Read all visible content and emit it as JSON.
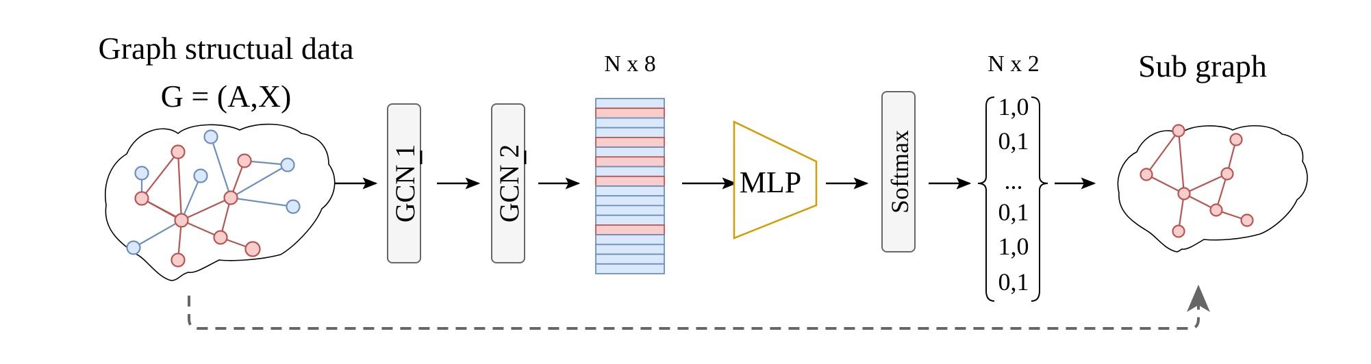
{
  "input": {
    "title_line1": "Graph structual data",
    "title_line2": "G = (A,X)"
  },
  "layers": {
    "gcn1": "GCN 1",
    "gcn2": "GCN 2",
    "softmax": "Softmax",
    "mlp": "MLP"
  },
  "embedding": {
    "label": "N x 8",
    "rows": 18,
    "highlight_rows": [
      1,
      4,
      6,
      8,
      13
    ]
  },
  "output_matrix": {
    "label": "N x 2",
    "rows": [
      "1,0",
      "0,1",
      "...",
      "0,1",
      "1,0",
      "0,1"
    ]
  },
  "output": {
    "title": "Sub graph"
  },
  "colors": {
    "red_node_fill": "#f8cecc",
    "red_node_stroke": "#b85450",
    "blue_node_fill": "#dae8fc",
    "blue_node_stroke": "#6c8ebf",
    "mlp_stroke": "#d79b00",
    "box_fill": "#f5f5f5",
    "box_stroke": "#666666",
    "dashed_arrow": "#666666"
  }
}
